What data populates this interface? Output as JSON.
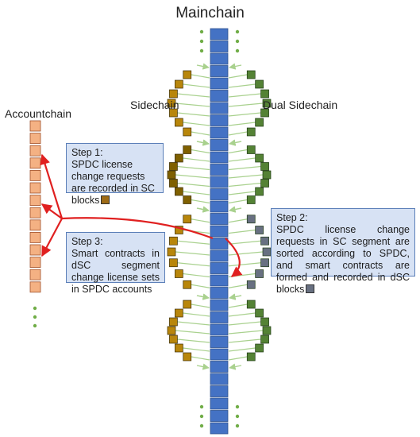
{
  "titles": {
    "mainchain": "Mainchain",
    "sidechain": "Sidechain",
    "dual_sidechain": "Dual Sidechain",
    "accountchain": "Accountchain"
  },
  "steps": {
    "step1": {
      "title": "Step 1:",
      "body": "SPDC license change requests are recorded in SC blocks"
    },
    "step2": {
      "title": "Step 2:",
      "body": "SPDC license change requests in SC segment are sorted according to SPDC, and smart contracts are formed and recorded in dSC blocks"
    },
    "step3": {
      "title": "Step 3:",
      "body": "Smart contracts in dSC segment change license sets in SPDC accounts"
    }
  },
  "colors": {
    "mainchain_block": "#4472c4",
    "accountchain_block": "#f4b183",
    "sidechain_block": "#b8860b",
    "sidechain_block_dark": "#7f6000",
    "dual_block": "#548235",
    "dual_block_gray": "#687081",
    "link_arrow": "#a9d18e",
    "flow_arrow": "#e02020",
    "dots": "#70ad47"
  }
}
